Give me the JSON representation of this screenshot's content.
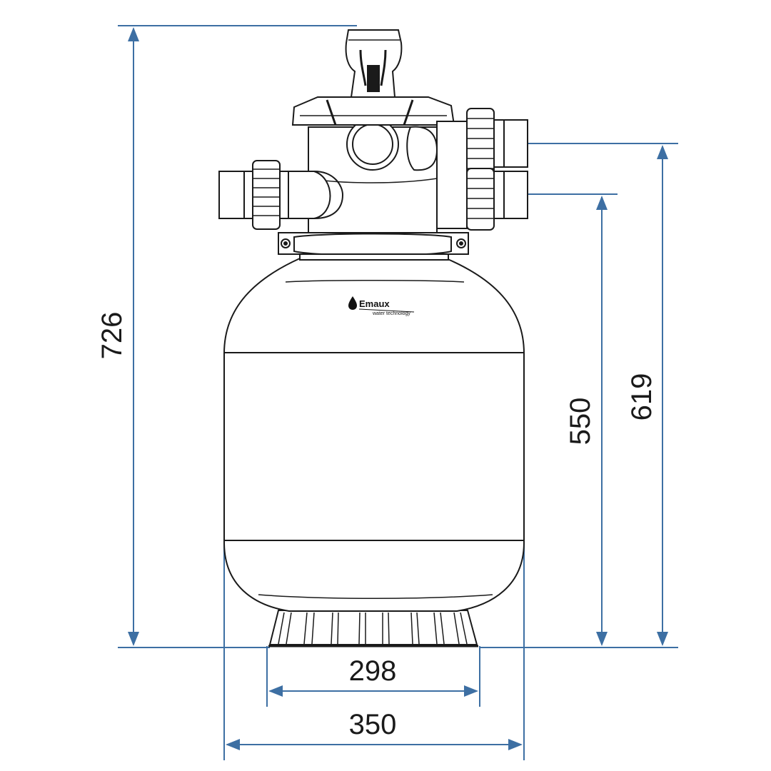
{
  "drawing": {
    "dimensions": {
      "total_height": "726",
      "outlet_height": "619",
      "inlet_height": "550",
      "base_width": "298",
      "body_width": "350"
    },
    "brand": {
      "name": "Emaux",
      "tagline": "water technology"
    },
    "colors": {
      "dimension_line": "#3d6fa3",
      "outline": "#1a1a1a",
      "background": "#ffffff"
    }
  }
}
